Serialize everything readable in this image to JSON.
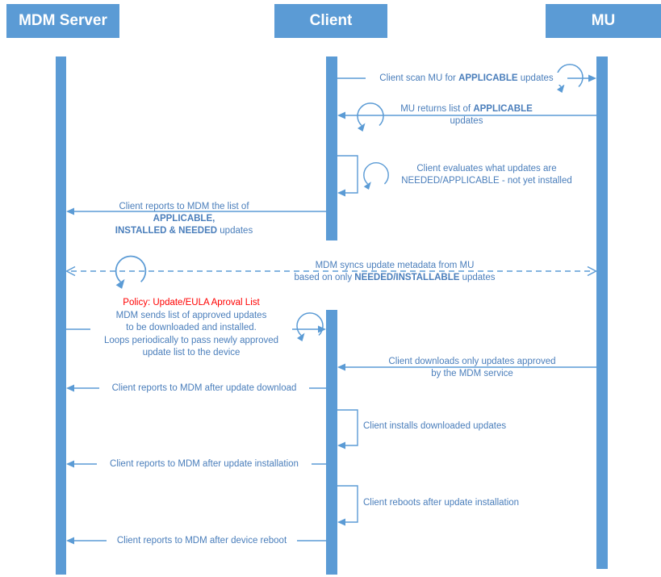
{
  "actors": {
    "mdm": "MDM Server",
    "client": "Client",
    "mu": "MU"
  },
  "messages": {
    "scan": {
      "t1": "Client scan MU for ",
      "b1": "APPLICABLE",
      "t2": " updates"
    },
    "returns": {
      "l1t": "MU returns list of ",
      "l1b": "APPLICABLE",
      "l2": "updates"
    },
    "evaluates": {
      "l1": "Client evaluates what updates are",
      "l2": "NEEDED/APPLICABLE - not yet installed"
    },
    "reports_list": {
      "l1t": "Client reports to MDM the list of ",
      "l1b": "APPLICABLE,",
      "l2b": "INSTALLED & NEEDED",
      "l2t": " updates"
    },
    "syncs": {
      "l1": "MDM syncs update metadata from MU",
      "l2t1": "based on only ",
      "l2b": "NEEDED/INSTALLABLE",
      "l2t2": " updates"
    },
    "policy": {
      "title": "Policy: Update/EULA Aproval List",
      "l1": "MDM sends list of approved updates",
      "l2": "to be downloaded and installed.",
      "l3": "Loops periodically to pass newly approved",
      "l4": "update list to the device"
    },
    "downloads": {
      "l1": "Client downloads only updates approved",
      "l2": "by the MDM service"
    },
    "report_download": {
      "t": "Client reports to MDM after update download"
    },
    "installs": {
      "t": "Client installs downloaded updates"
    },
    "report_install": {
      "t": "Client reports to MDM after update installation"
    },
    "reboots": {
      "t": "Client reboots after update installation"
    },
    "report_reboot": {
      "t": "Client reports to MDM after device reboot"
    }
  },
  "colors": {
    "accent": "#5B9BD5",
    "message_text": "#4A7EBB",
    "policy_title": "#FF0000"
  }
}
